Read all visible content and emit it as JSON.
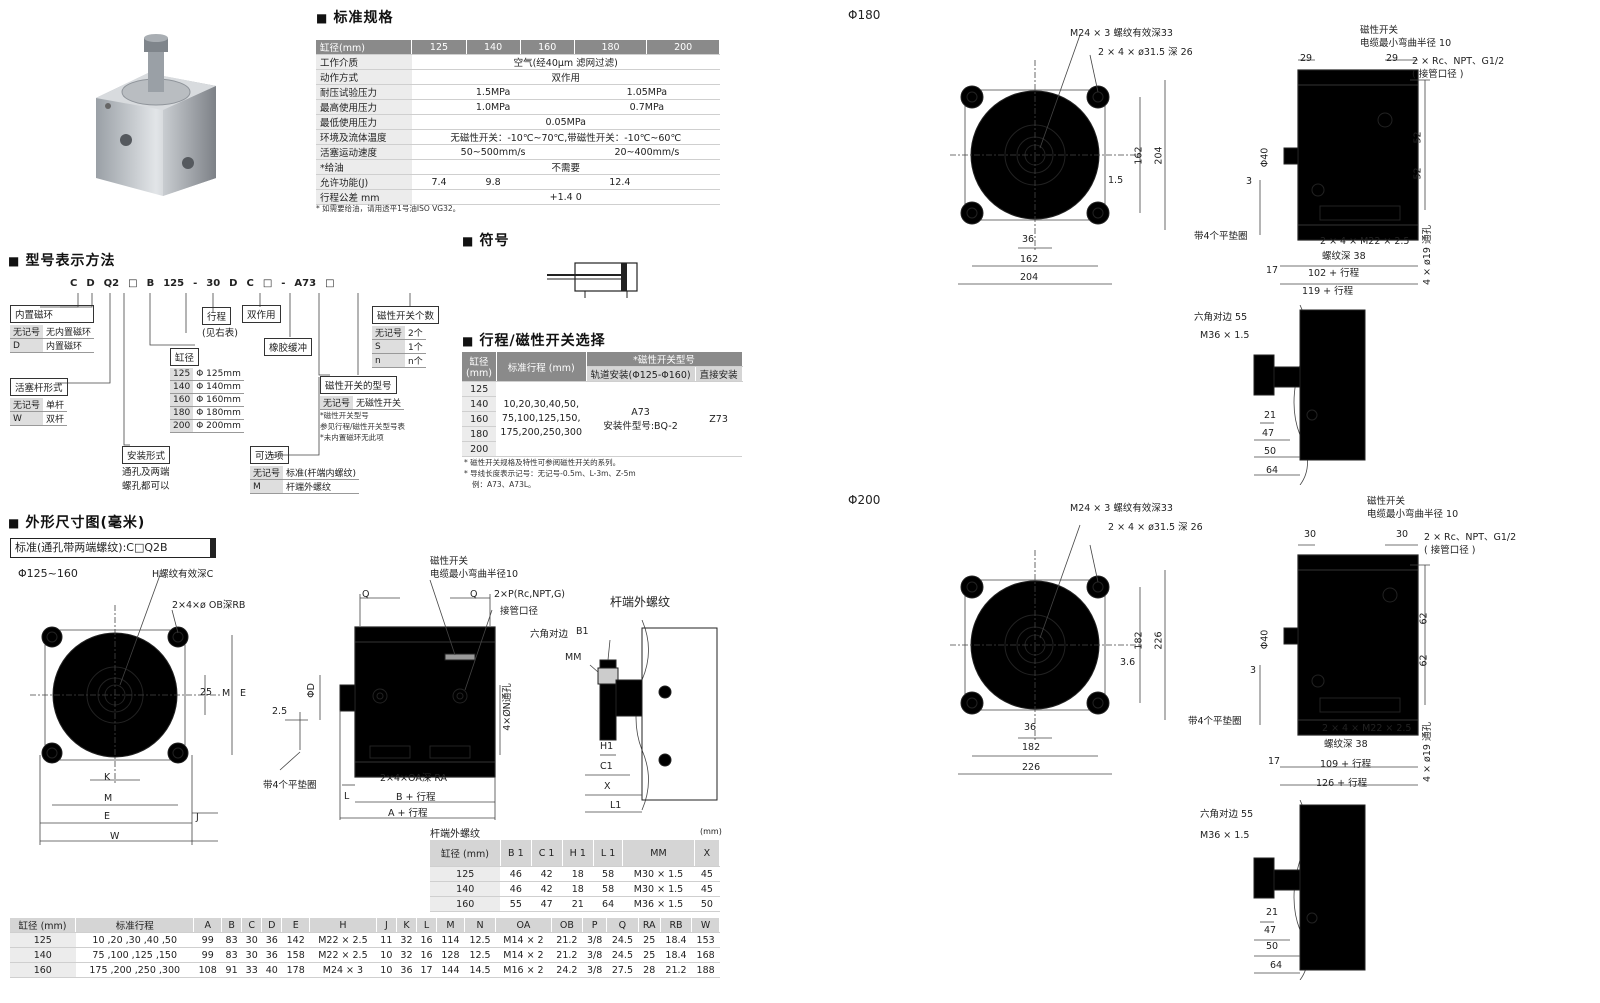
{
  "spec": {
    "title": "标准规格",
    "header": [
      "缸径(mm)",
      "125",
      "140",
      "160",
      "180",
      "200"
    ],
    "rows": [
      {
        "k": "工作介质",
        "cells": [
          {
            "t": "空气(经40μm 滤网过滤)",
            "span": 5
          }
        ]
      },
      {
        "k": "动作方式",
        "cells": [
          {
            "t": "双作用",
            "span": 5
          }
        ]
      },
      {
        "k": "耐压试验压力",
        "cells": [
          {
            "t": "1.5MPa",
            "span": 3
          },
          {
            "t": "1.05MPa",
            "span": 2
          }
        ]
      },
      {
        "k": "最高使用压力",
        "cells": [
          {
            "t": "1.0MPa",
            "span": 3
          },
          {
            "t": "0.7MPa",
            "span": 2
          }
        ]
      },
      {
        "k": "最低使用压力",
        "cells": [
          {
            "t": "0.05MPa",
            "span": 5
          }
        ]
      },
      {
        "k": "环境及流体温度",
        "cells": [
          {
            "t": "无磁性开关：-10℃~70℃,带磁性开关：-10℃~60℃",
            "span": 5
          }
        ]
      },
      {
        "k": "活塞运动速度",
        "cells": [
          {
            "t": "50~500mm/s",
            "span": 3
          },
          {
            "t": "20~400mm/s",
            "span": 2
          }
        ]
      },
      {
        "k": "*给油",
        "cells": [
          {
            "t": "不需要",
            "span": 5
          }
        ]
      },
      {
        "k": "允许功能(J)",
        "cells": [
          {
            "t": "7.4",
            "span": 1
          },
          {
            "t": "9.8",
            "span": 1
          },
          {
            "t": "12.4",
            "span": 3
          }
        ]
      },
      {
        "k": "行程公差 mm",
        "cells": [
          {
            "t": "+1.4 0",
            "span": 5
          }
        ]
      }
    ],
    "note": "* 如需要给油，请用透平1号油ISO VG32。"
  },
  "model": {
    "title": "型号表示方法",
    "code": [
      "C",
      "D",
      "Q2",
      "□",
      "B",
      "125",
      "-",
      "30",
      "D",
      "C",
      "□",
      "-",
      "A73",
      "□"
    ],
    "boxes": {
      "magnet": {
        "title": "内置磁环",
        "rows": [
          [
            "无记号",
            "无内置磁环"
          ],
          [
            "D",
            "内置磁环"
          ]
        ]
      },
      "rod": {
        "title": "活塞杆形式",
        "rows": [
          [
            "无记号",
            "单杆"
          ],
          [
            "W",
            "双杆"
          ]
        ]
      },
      "mount": {
        "title": "安装形式",
        "desc": [
          "通孔及两端",
          "螺孔都可以"
        ]
      },
      "bore": {
        "title": "缸径",
        "rows": [
          [
            "125",
            "Φ 125mm"
          ],
          [
            "140",
            "Φ 140mm"
          ],
          [
            "160",
            "Φ 160mm"
          ],
          [
            "180",
            "Φ 180mm"
          ],
          [
            "200",
            "Φ 200mm"
          ]
        ]
      },
      "stroke": {
        "title": "行程",
        "desc": "(见右表)"
      },
      "double": {
        "title": "双作用"
      },
      "cushion": {
        "title": "橡胶缓冲"
      },
      "option": {
        "title": "可选项",
        "rows": [
          [
            "无记号",
            "标准(杆端内螺纹)"
          ],
          [
            "M",
            "杆端外螺纹"
          ]
        ]
      },
      "switch": {
        "title": "磁性开关的型号",
        "rows": [
          [
            "无记号",
            "无磁性开关"
          ]
        ],
        "notes": [
          "*磁性开关型号",
          "参见行程/磁性开关型号表",
          "*未内置磁环无此项"
        ]
      },
      "count": {
        "title": "磁性开关个数",
        "rows": [
          [
            "无记号",
            "2个"
          ],
          [
            "S",
            "1个"
          ],
          [
            "n",
            "n个"
          ]
        ]
      }
    }
  },
  "symbol": {
    "title": "符号"
  },
  "stroke_table": {
    "title": "行程/磁性开关选择",
    "h1": [
      "缸径 (mm)",
      "标准行程 (mm)",
      "*磁性开关型号"
    ],
    "h2": [
      "轨道安装(Φ125-Φ160)",
      "直接安装"
    ],
    "bores": [
      "125",
      "140",
      "160",
      "180",
      "200"
    ],
    "strokes": [
      "10,20,30,40,50,",
      "75,100,125,150,",
      "175,200,250,300"
    ],
    "rail": [
      "A73",
      "安装件型号:BQ-2"
    ],
    "direct": "Z73",
    "notes": [
      "* 磁性开关规格及特性可参阅磁性开关的系列。",
      "* 导线长度表示记号：无记号-0.5m、L-3m、Z-5m",
      "例：A73、A73L。"
    ]
  },
  "outline": {
    "title": "外形尺寸图(毫米)",
    "std_label": "标准(通孔带两端螺纹):C□Q2B",
    "range": "Φ125~160",
    "labels": {
      "h": "H螺纹有效深C",
      "ob": "2×4×ø OB深RB",
      "d25": "25",
      "m": "M",
      "e": "E",
      "k": "K",
      "w": "W",
      "j": "J",
      "sw": "磁性开关",
      "bend": "电缆最小弯曲半径10",
      "q": "Q",
      "port": "2×P(Rc,NPT,G)",
      "port2": "接管口径",
      "phid": "ΦD",
      "n": "4×ØN通孔",
      "d25b": "2.5",
      "washer": "带4个平垫圈",
      "oa": "2×4×OA深 RA",
      "l": "L",
      "bstroke": "B + 行程",
      "astroke": "A + 行程",
      "rod_title": "杆端外螺纹",
      "hex": "六角对边",
      "b1": "B1",
      "mm": "MM",
      "h1": "H1",
      "c1": "C1",
      "x": "X",
      "l1": "L1"
    }
  },
  "rod_table": {
    "title": "杆端外螺纹",
    "unit": "(mm)",
    "header": [
      "缸径 (mm)",
      "B 1",
      "C 1",
      "H 1",
      "L 1",
      "MM",
      "X"
    ],
    "rows": [
      [
        "125",
        "46",
        "42",
        "18",
        "58",
        "M30 × 1.5",
        "45"
      ],
      [
        "140",
        "46",
        "42",
        "18",
        "58",
        "M30 × 1.5",
        "45"
      ],
      [
        "160",
        "55",
        "47",
        "21",
        "64",
        "M36 × 1.5",
        "50"
      ]
    ]
  },
  "dim_table": {
    "header": [
      "缸径 (mm)",
      "标准行程",
      "A",
      "B",
      "C",
      "D",
      "E",
      "H",
      "J",
      "K",
      "L",
      "M",
      "N",
      "OA",
      "OB",
      "P",
      "Q",
      "RA",
      "RB",
      "W"
    ],
    "rows": [
      [
        "125",
        "10 ,20 ,30 ,40 ,50",
        "99",
        "83",
        "30",
        "36",
        "142",
        "M22 × 2.5",
        "11",
        "32",
        "16",
        "114",
        "12.5",
        "M14 × 2",
        "21.2",
        "3/8",
        "24.5",
        "25",
        "18.4",
        "153"
      ],
      [
        "140",
        "75 ,100 ,125 ,150",
        "99",
        "83",
        "30",
        "36",
        "158",
        "M22 × 2.5",
        "10",
        "32",
        "16",
        "128",
        "12.5",
        "M14 × 2",
        "21.2",
        "3/8",
        "24.5",
        "25",
        "18.4",
        "168"
      ],
      [
        "160",
        "175 ,200 ,250 ,300",
        "108",
        "91",
        "33",
        "40",
        "178",
        "M24 × 3",
        "10",
        "36",
        "17",
        "144",
        "14.5",
        "M16 × 2",
        "24.2",
        "3/8",
        "27.5",
        "28",
        "21.2",
        "188"
      ]
    ]
  },
  "d180": {
    "title": "Φ180",
    "labels": [
      "M24 × 3 螺纹有效深33",
      "2 × 4 × ø31.5 深 26",
      "162",
      "204",
      "1.5",
      "36",
      "162",
      "204",
      "磁性开关",
      "电缆最小弯曲半径 10",
      "29",
      "29",
      "2 × Rc、NPT、G1/2",
      "( 接管口径 )",
      "Φ40",
      "52",
      "52",
      "3",
      "带4个平垫圈",
      "2 × 4 × M22 × 2.5",
      "螺纹深 38",
      "4 × ø19 通孔",
      "17",
      "102 + 行程",
      "119 + 行程",
      "六角对边 55",
      "M36 × 1.5",
      "21",
      "47",
      "50",
      "64"
    ]
  },
  "d200": {
    "title": "Φ200",
    "labels": [
      "M24 × 3 螺纹有效深33",
      "2 × 4 × ø31.5 深 26",
      "182",
      "226",
      "3.6",
      "36",
      "182",
      "226",
      "磁性开关",
      "电缆最小弯曲半径 10",
      "30",
      "30",
      "2 × Rc、NPT、G1/2",
      "( 接管口径 )",
      "Φ40",
      "62",
      "62",
      "3",
      "带4个平垫圈",
      "2 × 4 × M22 × 2.5",
      "螺纹深 38",
      "4 × ø19 通孔",
      "17",
      "109 + 行程",
      "126 + 行程",
      "六角对边 55",
      "M36 × 1.5",
      "21",
      "47",
      "50",
      "64"
    ]
  }
}
